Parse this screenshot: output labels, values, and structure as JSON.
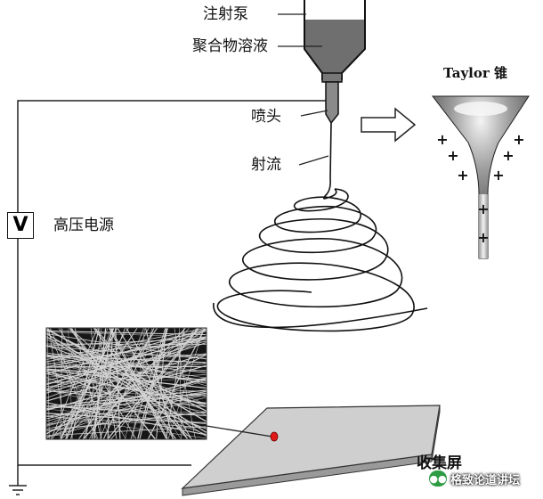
{
  "labels": {
    "syringe_pump": "注射泵",
    "polymer_solution": "聚合物溶液",
    "nozzle": "喷头",
    "jet": "射流",
    "power_supply": "高压电源",
    "voltmeter_symbol": "V",
    "taylor_cone": "Taylor 锥",
    "collector": "收集屏"
  },
  "charge_symbol": "+",
  "watermark": {
    "text": "格致论道讲坛",
    "icon": "wechat-icon"
  },
  "colors": {
    "solution": "#6f6f6f",
    "collector": "#cfcfcf",
    "marker": "#e01818"
  }
}
